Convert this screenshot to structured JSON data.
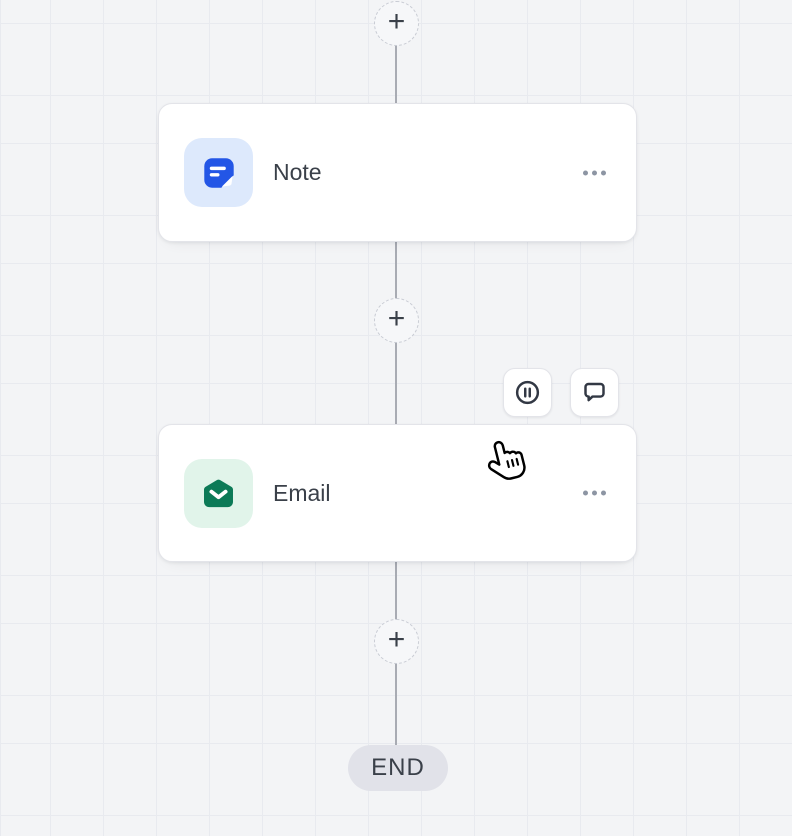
{
  "colors": {
    "canvas_bg": "#f3f4f6",
    "grid_line": "#e8eaef",
    "card_bg": "#ffffff",
    "card_border": "#e3e4e9",
    "connector": "#a8abb3",
    "text": "#3a4049",
    "muted": "#8d95a3",
    "note_icon_bg": "#dde9fc",
    "note_icon": "#2356e6",
    "email_icon_bg": "#e1f4ea",
    "email_icon": "#0c7a57",
    "end_bg": "#e1e2e9",
    "add_border": "#c9ccd4",
    "add_bg": "#f6f7f9"
  },
  "add_buttons": {
    "label": "+"
  },
  "nodes": [
    {
      "label": "Note",
      "icon": "note-icon",
      "menu_icon": "ellipsis-icon"
    },
    {
      "label": "Email",
      "icon": "email-icon",
      "menu_icon": "ellipsis-icon"
    }
  ],
  "hover_toolbar": {
    "buttons": [
      {
        "icon": "pause-icon"
      },
      {
        "icon": "comment-icon"
      }
    ]
  },
  "end_badge": {
    "label": "END"
  },
  "cursor": {
    "icon": "hand-pointer-cursor"
  }
}
